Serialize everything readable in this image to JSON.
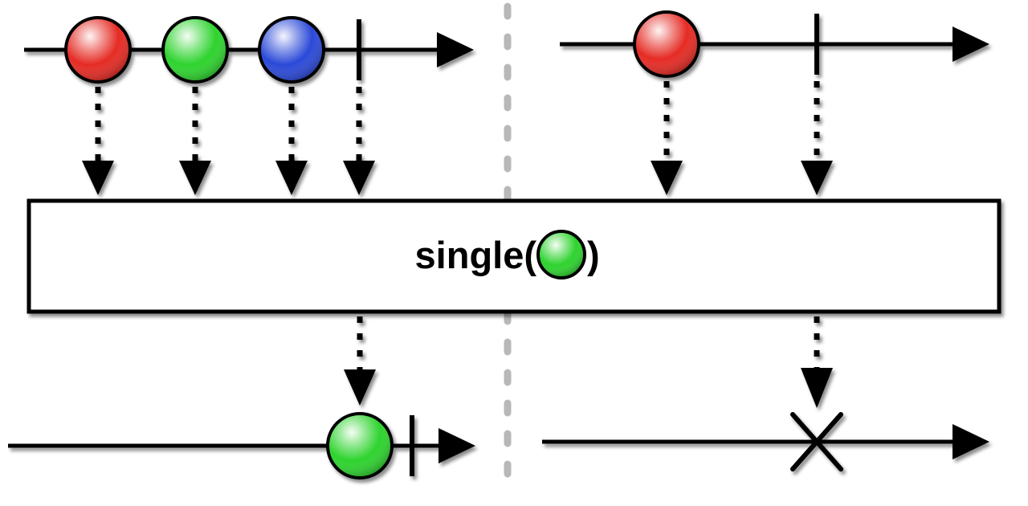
{
  "title": "single operator marble diagram",
  "operator": {
    "name": "single",
    "label_open": "single(",
    "label_close": ")",
    "argument_color_name": "green"
  },
  "colors": {
    "red": "#e52b24",
    "green": "#2ed32e",
    "blue": "#2b49d8",
    "stroke": "#000000",
    "divider": "#b8b8b8",
    "box_fill": "#ffffff"
  },
  "panels": {
    "left": {
      "input_marbles": [
        "red",
        "green",
        "blue"
      ],
      "input_terminal": "complete",
      "output_marbles": [
        "green"
      ],
      "output_terminal": "complete"
    },
    "right": {
      "input_marbles": [
        "red"
      ],
      "input_terminal": "complete",
      "output_marbles": [],
      "output_terminal": "error"
    }
  }
}
